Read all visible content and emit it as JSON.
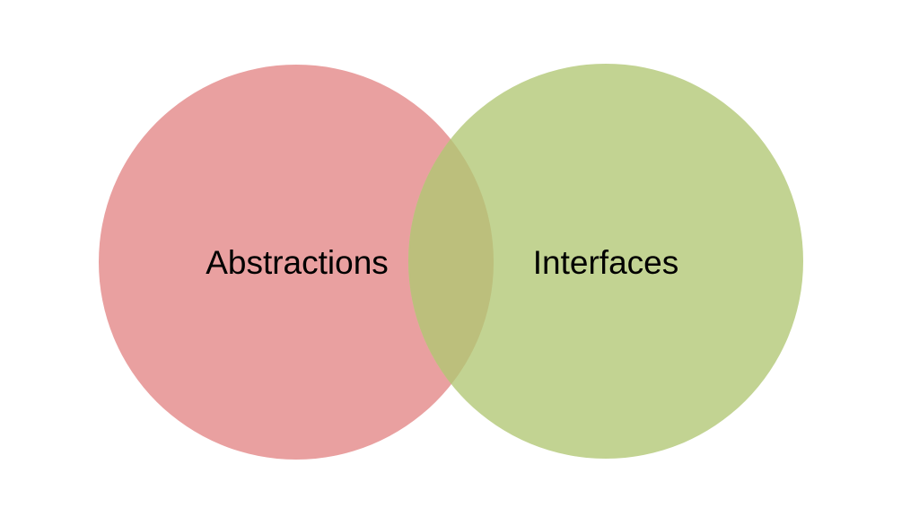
{
  "diagram": {
    "type": "venn2",
    "background_color": "#ffffff",
    "label_color": "#000000",
    "sets": [
      {
        "label": "Abstractions",
        "color": "#e9a0a0"
      },
      {
        "label": "Interfaces",
        "color": "#c2d392"
      }
    ],
    "intersection": {
      "color": "#bcbf7c"
    }
  }
}
